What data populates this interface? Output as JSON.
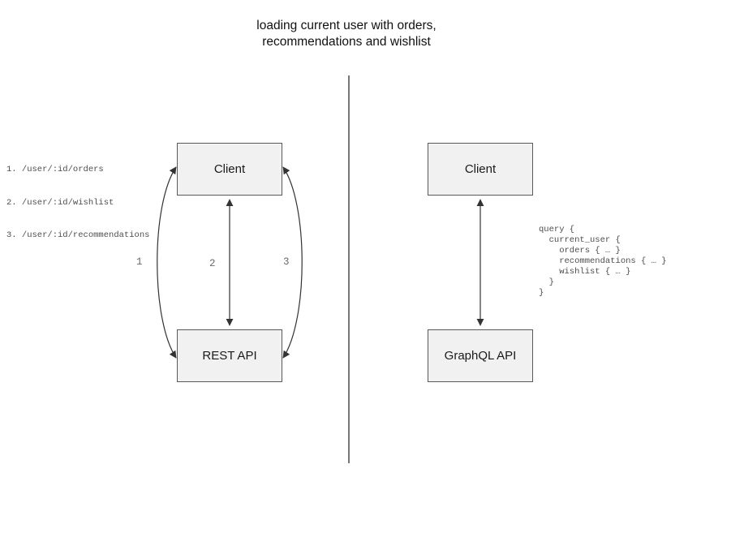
{
  "title": {
    "line1": "loading current user with orders,",
    "line2": "recommendations and wishlist"
  },
  "rest_panel": {
    "endpoints": [
      "1. /user/:id/orders",
      "2. /user/:id/wishlist",
      "3. /user/:id/recommendations"
    ],
    "client_label": "Client",
    "api_label": "REST API",
    "arrow_labels": [
      "1",
      "2",
      "3"
    ]
  },
  "graphql_panel": {
    "client_label": "Client",
    "api_label": "GraphQL API",
    "query_code": "query {\n  current_user {\n    orders { … }\n    recommendations { … }\n    wishlist { … }\n  }\n}"
  },
  "colors": {
    "box_fill": "#f1f1f1",
    "box_border": "#595959",
    "arrow": "#333333",
    "label_gray": "#6a6a6a",
    "code_gray": "#4d4d4d",
    "divider": "#777777"
  }
}
